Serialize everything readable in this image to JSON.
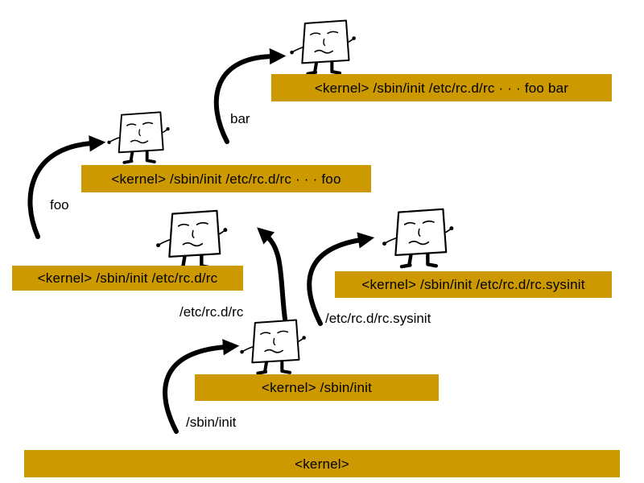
{
  "diagram": {
    "kind": "linux-boot-process-fork-exec-diagram",
    "colors": {
      "label_bg": "#cc9900",
      "ink": "#000000",
      "paper": "#ffffff"
    }
  },
  "stages": {
    "kernel": "<kernel>",
    "init": "<kernel> /sbin/init",
    "rc": "<kernel> /sbin/init /etc/rc.d/rc",
    "sysinit": "<kernel> /sbin/init /etc/rc.d/rc.sysinit",
    "rc_foo": "<kernel> /sbin/init /etc/rc.d/rc · · · foo",
    "rc_foo_bar": "<kernel> /sbin/init /etc/rc.d/rc · · · foo bar"
  },
  "transitions": {
    "sbin_init": "/sbin/init",
    "etc_rc_d_rc": "/etc/rc.d/rc",
    "etc_rc_d_rc_sysinit": "/etc/rc.d/rc.sysinit",
    "foo": "foo",
    "bar": "bar"
  }
}
